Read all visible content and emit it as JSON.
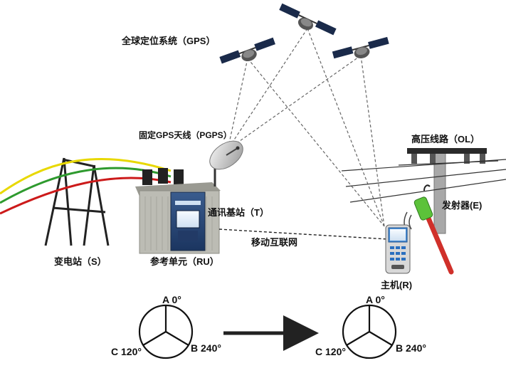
{
  "labels": {
    "gps": "全球定位系统（GPS）",
    "pgps": "固定GPS天线（PGPS）",
    "high_voltage_line": "高压线路（OL）",
    "transmitter": "发射器(E)",
    "comm_base_station": "通讯基站（T）",
    "mobile_internet": "移动互联网",
    "substation": "变电站（S）",
    "reference_unit": "参考单元（RU）",
    "host": "主机(R)"
  },
  "phasor_diagram": {
    "a": "A 0°",
    "b": "B 240°",
    "c": "C 120°"
  },
  "colors": {
    "wire_yellow": "#e8d800",
    "wire_green": "#2e9a2e",
    "wire_red": "#cc1a1a",
    "box_gray": "#bcbcb4",
    "transmitter_green": "#5cc23a",
    "transmitter_red": "#d0302a",
    "device_blue": "#4b8fd6"
  }
}
